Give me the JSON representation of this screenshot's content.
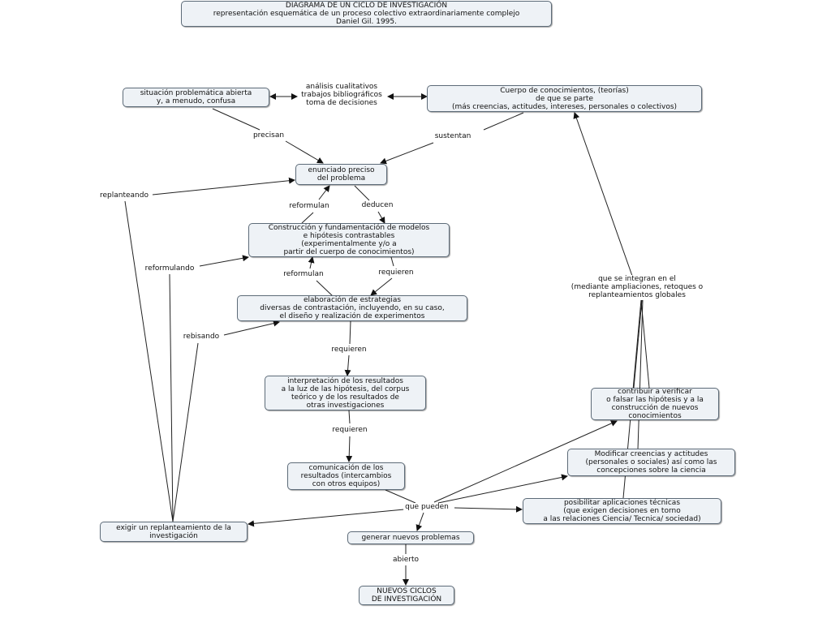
{
  "diagram": {
    "title": "DIAGRAMA DE UN CICLO DE INVESTIGACIÓN\nrepresentación esquemática de un proceso colectivo extraordinariamente  complejo\nDaniel Gil. 1995.",
    "nodes": {
      "situacion": "situación problemática abierta\ny, a menudo, confusa",
      "cuerpo": "Cuerpo de conocimientos, (teorías)\nde que se parte\n(más creencias, actitudes, intereses, personales o colectivos)",
      "enunciado": "enunciado preciso\ndel problema",
      "construccion": "Construcción y fundamentación de modelos\ne hipótesis contrastables\n(experimentalmente y/o a\npartir del cuerpo de conocimientos)",
      "elaboracion": "elaboración de estrategias\ndiversas de contrastación, incluyendo, en su caso,\nel diseño y realización de experimentos",
      "interpretacion": "interpretación de los resultados\na la luz de las hipótesis, del corpus\nteórico y de los resultados de\notras investigaciones",
      "comunicacion": "comunicación de los\nresultados (intercambios\ncon otros equipos)",
      "contribuir": "contribuir a verificar\no falsar las hipótesis y a la\nconstrucción de nuevos\nconocimientos",
      "modificar": "Modificar creencias y actitudes\n(personales o sociales) así como las\nconcepciones sobre la ciencia",
      "posibilitar": "posibilitar aplicaciones técnicas\n(que exigen decisiones en torno\na las relaciones Ciencia/ Tecnica/ sociedad)",
      "exigir": "exigir un replanteamiento de la\ninvestigación",
      "generar": "generar nuevos problemas",
      "nuevos": "NUEVOS CICLOS\nDE INVESTIGACIÓN"
    },
    "labels": {
      "analisis": "análisis cualitativos\ntrabajos bibliográficos\ntoma de decisiones",
      "precisan": "precisan",
      "sustentan": "sustentan",
      "replanteando": "replanteando",
      "reformulan1": "reformulan",
      "deducen": "deducen",
      "reformulando": "reformulando",
      "reformulan2": "reformulan",
      "requieren1": "requieren",
      "rebisando": "rebisando",
      "requieren2": "requieren",
      "requieren3": "requieren",
      "que_pueden": "que pueden",
      "abierto": "abierto",
      "integran": "que se integran en el\n(mediante ampliaciones, retoques o\nreplanteamientos globales"
    }
  }
}
